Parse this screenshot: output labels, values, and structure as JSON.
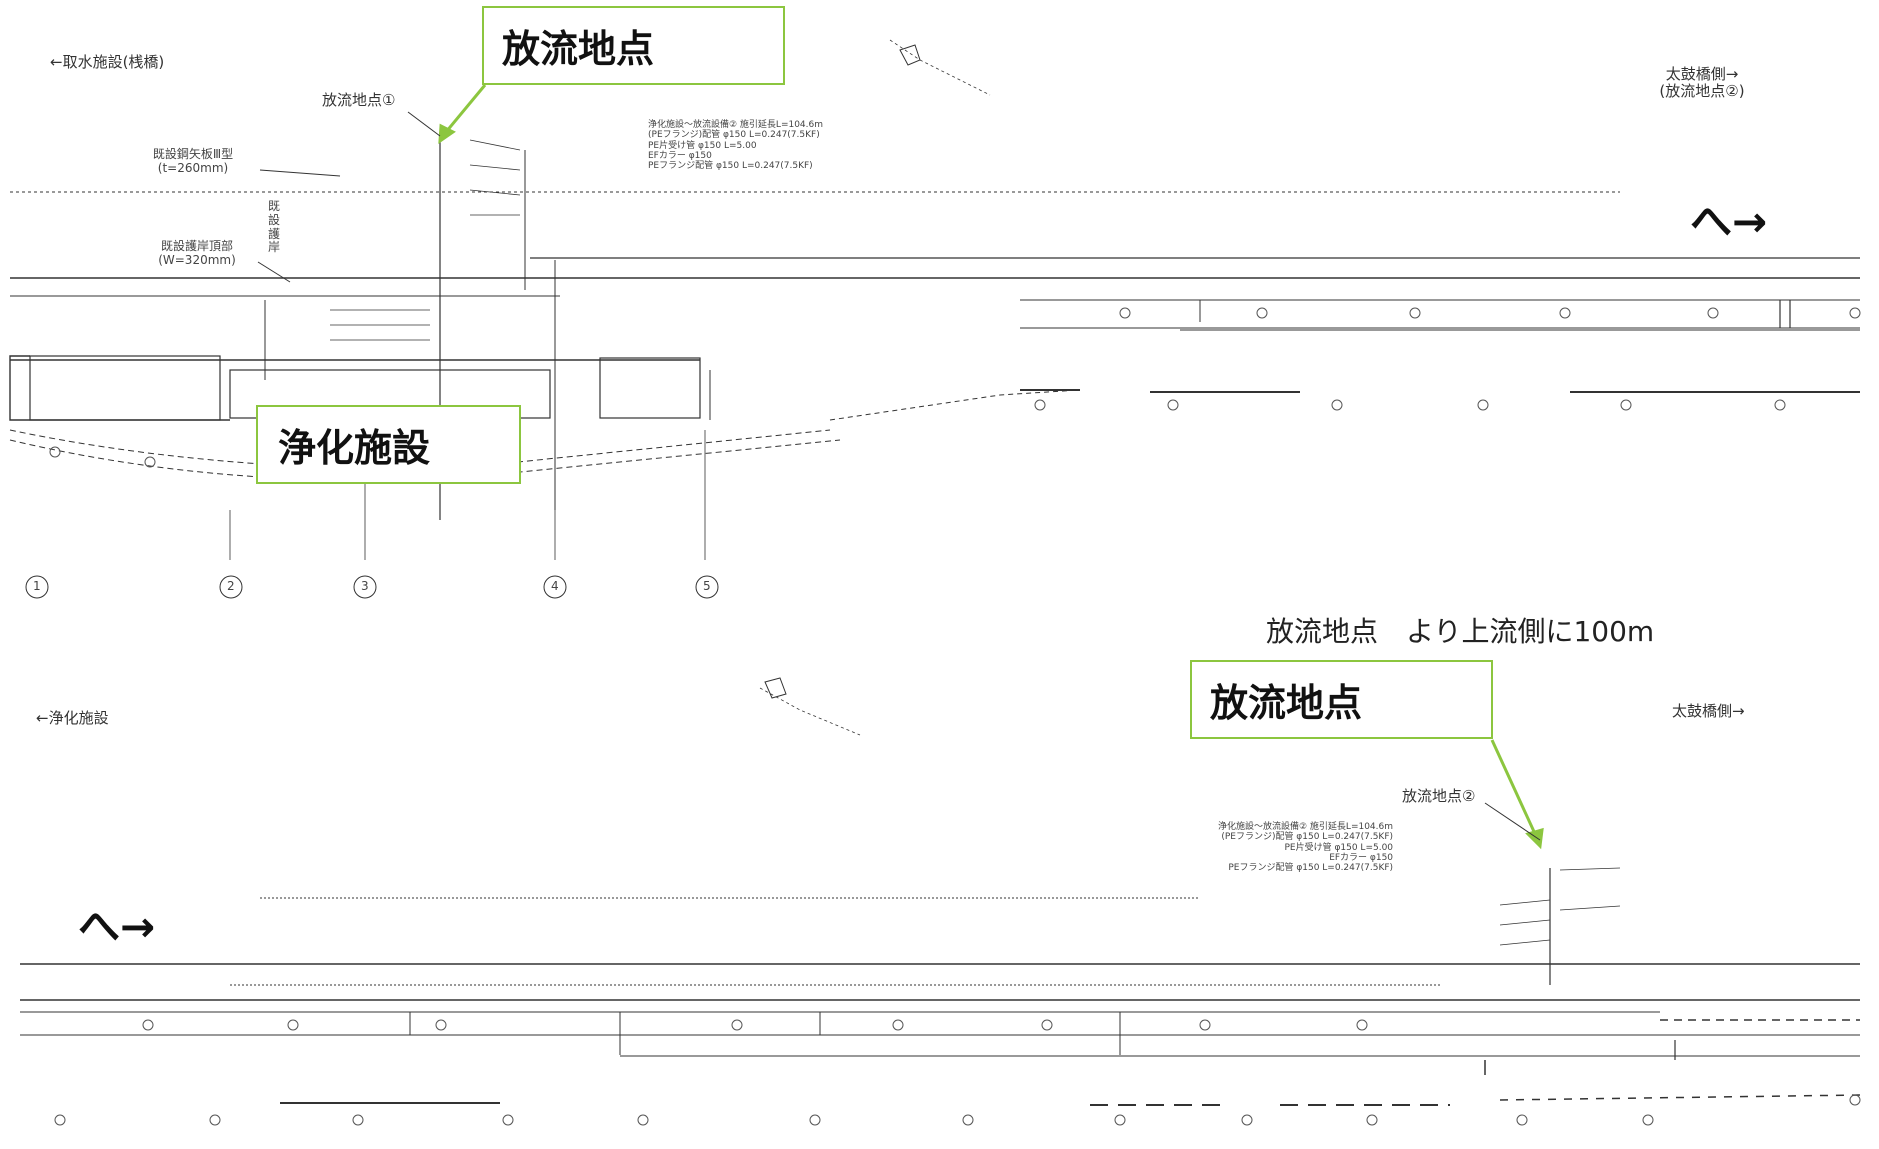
{
  "top_section": {
    "left_direction": "←取水施設(桟橋)",
    "right_direction_line1": "太鼓橋側→",
    "right_direction_line2": "(放流地点②)",
    "outfall_label": "放流地点①",
    "barrier_label_line1": "既設鋼矢板Ⅲ型",
    "barrier_label_line2": "(t=260mm)",
    "revetment_label_line1": "既設護岸頂部",
    "revetment_label_line2": "(W=320mm)",
    "vertical_label": "既設護岸",
    "pipe_spec": [
      "浄化施設～放流設備② 施引延長L=104.6m",
      "(PEフランジ)配管 φ150 L=0.247(7.5KF)",
      "PE片受け管 φ150 L=5.00",
      "EFカラー φ150",
      "PEフランジ配管 φ150 L=0.247(7.5KF)"
    ],
    "station_numbers": [
      "1",
      "2",
      "3",
      "4",
      "5"
    ],
    "direction_arrow": "へ→",
    "callout_outfall": "放流地点",
    "callout_facility": "浄化施設"
  },
  "bottom_section": {
    "left_direction": "←浄化施設",
    "right_direction": "太鼓橋側→",
    "note": "放流地点　より上流側に100m",
    "callout_outfall": "放流地点",
    "outfall_label": "放流地点②",
    "pipe_spec": [
      "浄化施設～放流設備② 施引延長L=104.6m",
      "(PEフランジ)配管 φ150 L=0.247(7.5KF)",
      "PE片受け管 φ150 L=5.00",
      "EFカラー φ150",
      "PEフランジ配管 φ150 L=0.247(7.5KF)"
    ],
    "direction_arrow": "へ→"
  },
  "colors": {
    "callout_border": "#8cc63f",
    "callout_arrow": "#8cc63f",
    "line": "#333333"
  }
}
